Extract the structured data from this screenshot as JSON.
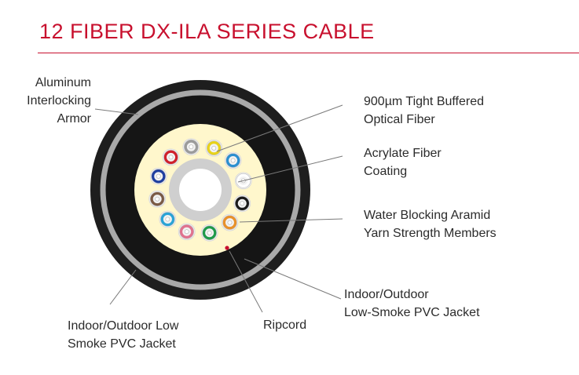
{
  "title": "12 FIBER DX-ILA SERIES CABLE",
  "labels": {
    "armor": [
      "Aluminum",
      "Interlocking",
      "Armor"
    ],
    "tight_buffered": [
      "900µm Tight Buffered",
      "Optical Fiber"
    ],
    "acrylate": [
      "Acrylate Fiber",
      "Coating"
    ],
    "aramid": [
      "Water Blocking Aramid",
      "Yarn Strength Members"
    ],
    "outer_jacket_right": [
      "Indoor/Outdoor",
      "Low-Smoke PVC Jacket"
    ],
    "ripcord": [
      "Ripcord"
    ],
    "outer_jacket_left": [
      "Indoor/Outdoor Low",
      "Smoke PVC Jacket"
    ]
  },
  "colors": {
    "accent": "#c8102e",
    "jacket": "#1e1e1e",
    "armor": "#a9a9a9",
    "inner_jacket": "#151515",
    "aramid": "#fff7cc",
    "central_member": "#cfcfcf",
    "ripcord": "#c8102e"
  },
  "fibers": [
    {
      "name": "slate",
      "color": "#9b9b9b"
    },
    {
      "name": "yellow",
      "color": "#e8d21a"
    },
    {
      "name": "aqua",
      "color": "#2b8fd0"
    },
    {
      "name": "white",
      "color": "#f4f4f4"
    },
    {
      "name": "black",
      "color": "#1a1a1a"
    },
    {
      "name": "orange",
      "color": "#e8912a"
    },
    {
      "name": "green",
      "color": "#1f9a4a"
    },
    {
      "name": "rose",
      "color": "#e0728e"
    },
    {
      "name": "light-blue",
      "color": "#2aa3d6"
    },
    {
      "name": "brown",
      "color": "#7a5a45"
    },
    {
      "name": "blue",
      "color": "#1f3fa0"
    },
    {
      "name": "red",
      "color": "#d0202b"
    }
  ]
}
